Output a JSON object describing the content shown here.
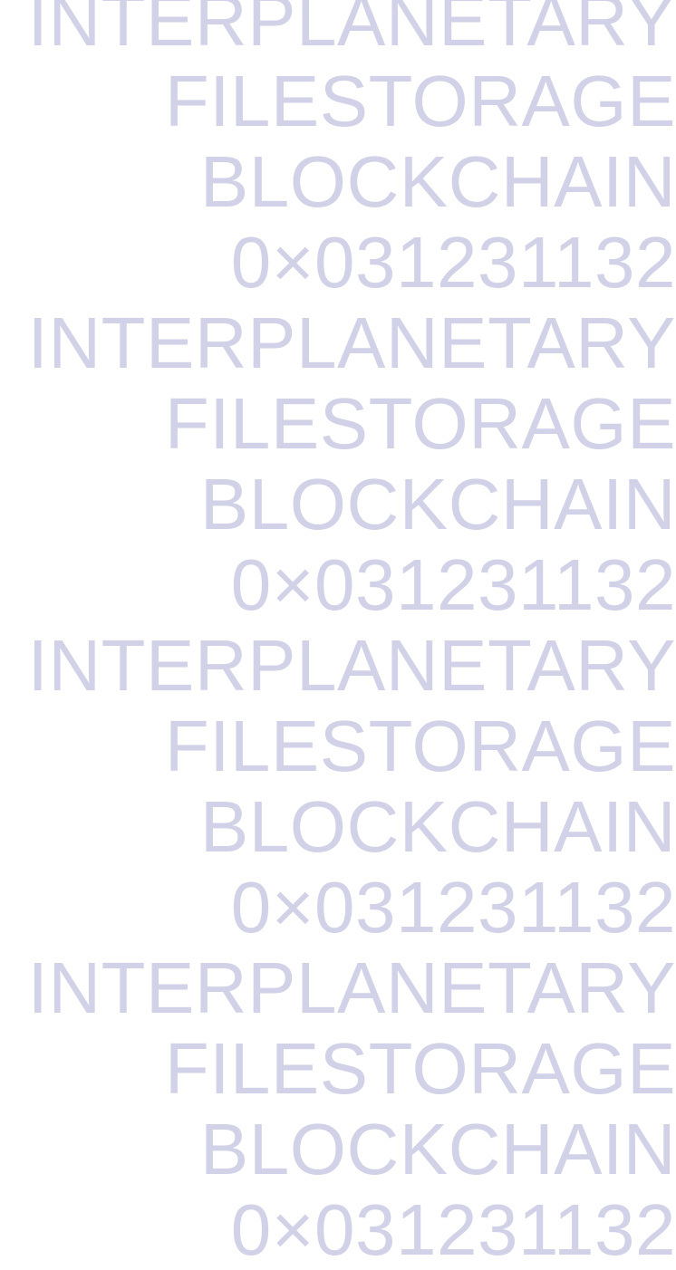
{
  "text_color": "#d1d2e7",
  "background": "#ffffff",
  "groups": [
    {
      "line1": "INTERPLANETARY",
      "line2": "FILESTORAGE",
      "line3": "BLOCKCHAIN",
      "line4": "0×031231132"
    },
    {
      "line1": "INTERPLANETARY",
      "line2": "FILESTORAGE",
      "line3": "BLOCKCHAIN",
      "line4": "0×031231132"
    },
    {
      "line1": "INTERPLANETARY",
      "line2": "FILESTORAGE",
      "line3": "BLOCKCHAIN",
      "line4": "0×031231132"
    },
    {
      "line1": "INTERPLANETARY",
      "line2": "FILESTORAGE",
      "line3": "BLOCKCHAIN",
      "line4": "0×031231132"
    }
  ]
}
